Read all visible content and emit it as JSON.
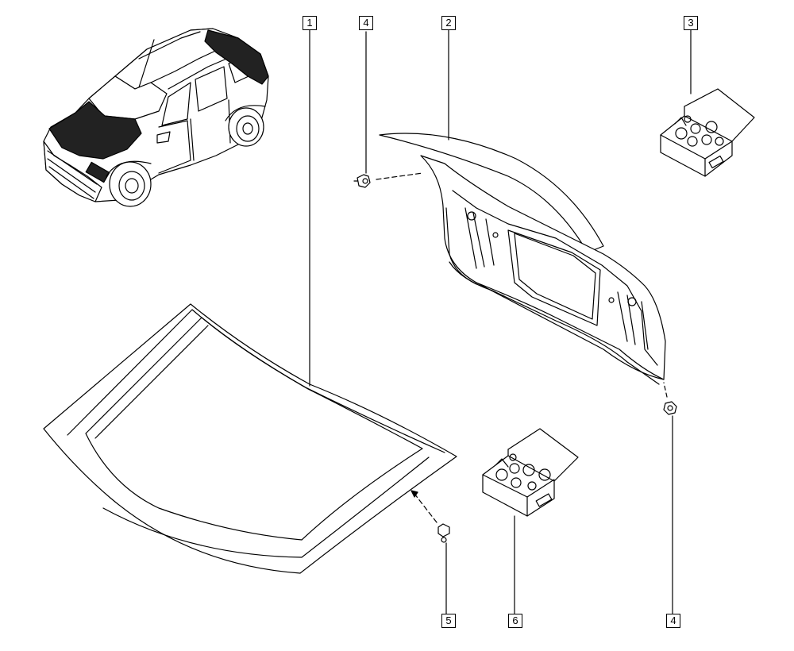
{
  "diagram": {
    "callouts": {
      "c1": "1",
      "c4a": "4",
      "c2": "2",
      "c3": "3",
      "c5": "5",
      "c6": "6",
      "c4b": "4"
    },
    "colors": {
      "line": "#000000",
      "background": "#ffffff",
      "shade": "#222222"
    }
  }
}
